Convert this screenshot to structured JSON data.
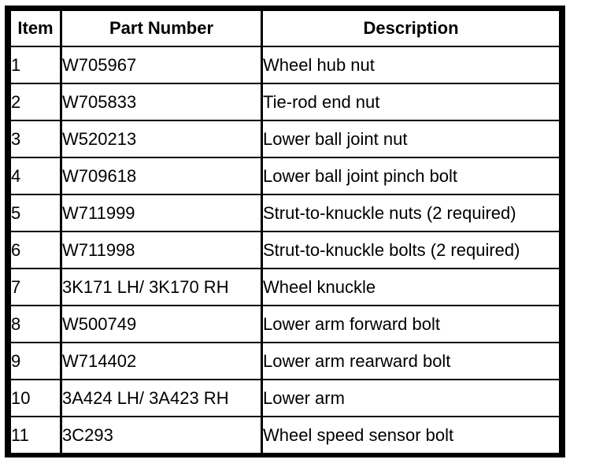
{
  "page": {
    "background_color": "#ffffff",
    "text_color": "#000000",
    "border_color": "#000000"
  },
  "table": {
    "headers": {
      "item": "Item",
      "part_number": "Part Number",
      "description": "Description"
    },
    "rows": [
      {
        "item": "1",
        "part": "W705967",
        "desc": "Wheel hub nut"
      },
      {
        "item": "2",
        "part": "W705833",
        "desc": "Tie-rod end nut"
      },
      {
        "item": "3",
        "part": "W520213",
        "desc": "Lower ball joint nut"
      },
      {
        "item": "4",
        "part": "W709618",
        "desc": "Lower ball joint pinch bolt"
      },
      {
        "item": "5",
        "part": "W711999",
        "desc": "Strut-to-knuckle nuts (2 required)"
      },
      {
        "item": "6",
        "part": "W711998",
        "desc": "Strut-to-knuckle bolts (2 required)"
      },
      {
        "item": "7",
        "part": "3K171 LH/ 3K170 RH",
        "desc": "Wheel knuckle"
      },
      {
        "item": "8",
        "part": "W500749",
        "desc": "Lower arm forward bolt"
      },
      {
        "item": "9",
        "part": "W714402",
        "desc": "Lower arm rearward bolt"
      },
      {
        "item": "10",
        "part": "3A424 LH/ 3A423 RH",
        "desc": "Lower arm"
      },
      {
        "item": "11",
        "part": "3C293",
        "desc": "Wheel speed sensor bolt"
      }
    ]
  }
}
